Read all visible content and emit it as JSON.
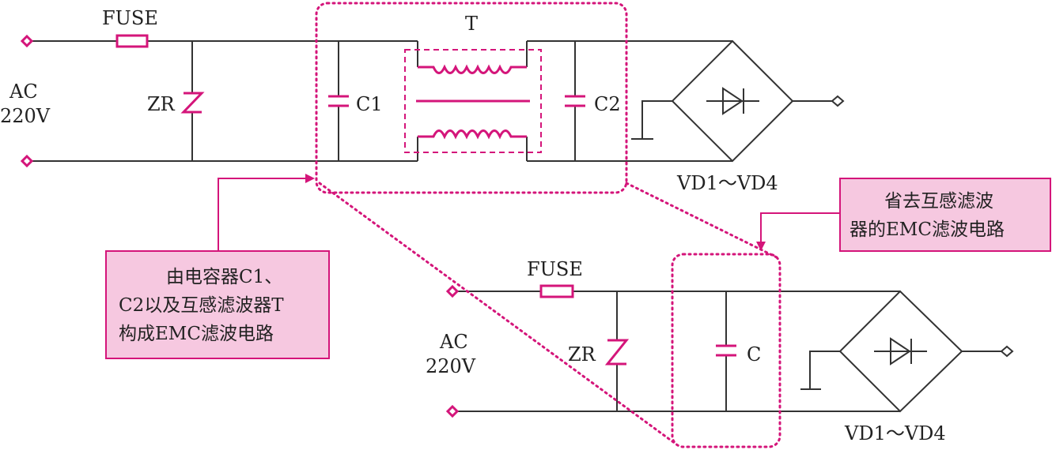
{
  "top": {
    "fuse_label": "FUSE",
    "ac_label_1": "AC",
    "ac_label_2": "220V",
    "zr_label": "ZR",
    "c1_label": "C1",
    "c2_label": "C2",
    "t_label": "T",
    "bridge_label": "VD1～VD4"
  },
  "bottom": {
    "fuse_label": "FUSE",
    "ac_label_1": "AC",
    "ac_label_2": "220V",
    "zr_label": "ZR",
    "c_label": "C",
    "bridge_label": "VD1～VD4"
  },
  "notes": {
    "left_lines": [
      "由电容器C1、",
      "C2以及互感滤波器T",
      "构成EMC滤波电路"
    ],
    "right_lines": [
      "省去互感滤波",
      "器的EMC滤波电路"
    ]
  },
  "colors": {
    "accent": "#d4157a",
    "box_fill": "#f6c8e0",
    "wire": "#333333"
  }
}
